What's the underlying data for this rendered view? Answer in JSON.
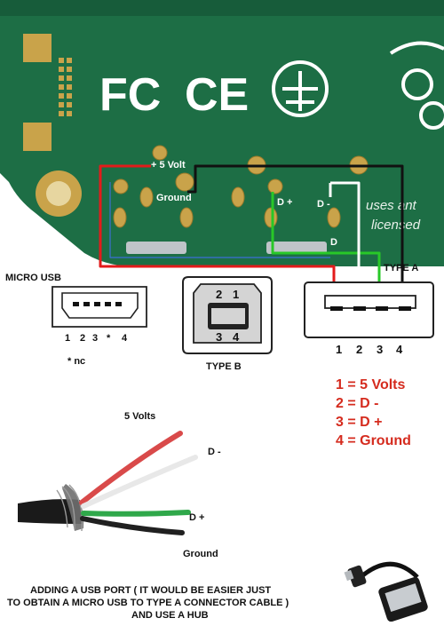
{
  "pcb": {
    "colors": {
      "board": "#1d6e45",
      "board_dark": "#0f4a2c",
      "pad": "#c9a34a",
      "silk": "#e8f0ea"
    },
    "logos": [
      "FC",
      "CE"
    ],
    "silk_text": [
      "uses ant",
      "licensed"
    ],
    "labels": {
      "v5": "+ 5 Volt",
      "ground": "Ground",
      "dplus": "D +",
      "dminus": "D -",
      "d": "D"
    }
  },
  "wires": {
    "red": "#e31b1b",
    "black": "#111111",
    "green": "#28c828",
    "white": "#ffffff"
  },
  "micro_usb": {
    "title": "MICRO USB",
    "pins": [
      "1",
      "2",
      "3",
      "*",
      "4"
    ],
    "note": "* nc"
  },
  "type_b": {
    "title": "TYPE B",
    "top_pins": [
      "2",
      "1"
    ],
    "bottom_pins": [
      "3",
      "4"
    ]
  },
  "type_a": {
    "title": "TYPE A",
    "pins": [
      "1",
      "2",
      "3",
      "4"
    ]
  },
  "legend": {
    "color": "#d52b1e",
    "items": [
      "1 = 5 Volts",
      "2 = D -",
      "3 = D +",
      "4 = Ground"
    ]
  },
  "cable": {
    "labels": [
      "5 Volts",
      "D -",
      "D +",
      "Ground"
    ]
  },
  "caption": {
    "lines": [
      "ADDING A USB PORT  ( IT WOULD BE EASIER JUST",
      "TO OBTAIN A MICRO USB TO TYPE A CONNECTOR CABLE )",
      "AND USE A HUB"
    ]
  }
}
